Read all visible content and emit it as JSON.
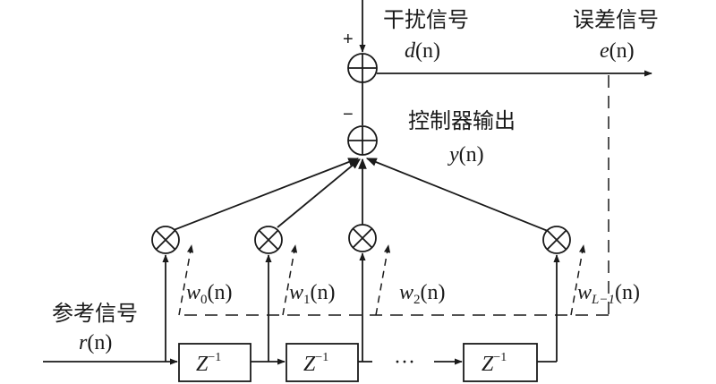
{
  "labels": {
    "disturbance": "干扰信号",
    "disturbance_sym": "d",
    "error": "误差信号",
    "error_sym": "e",
    "controller_output": "控制器输出",
    "controller_output_sym": "y",
    "reference": "参考信号",
    "reference_sym": "r",
    "arg": "(n)",
    "plus": "+",
    "minus": "−",
    "ellipsis": "···"
  },
  "delay_block": {
    "base": "Z",
    "exp": "−1"
  },
  "weights": [
    {
      "sym": "w",
      "sub": "0"
    },
    {
      "sym": "w",
      "sub": "1"
    },
    {
      "sym": "w",
      "sub": "2"
    },
    {
      "sym": "w",
      "sub": "L−1"
    }
  ]
}
